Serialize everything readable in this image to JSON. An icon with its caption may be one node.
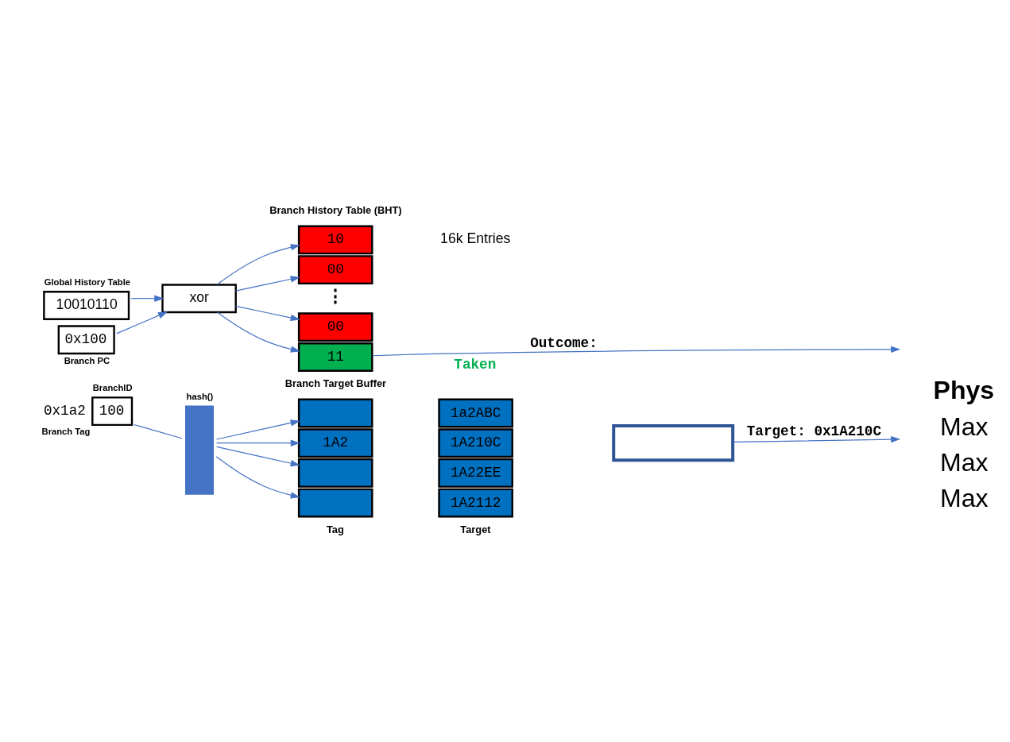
{
  "diagram": {
    "nodes": [
      {
        "text": [
          "Global History Table",
          "10010110"
        ]
      },
      {
        "text": [
          "xor"
        ]
      },
      {
        "text": [
          "0x100",
          "Branch PC"
        ]
      },
      {
        "text": [
          "10"
        ]
      },
      {
        "text": [
          "00"
        ]
      },
      {
        "text": [
          "00"
        ]
      },
      {
        "text": [
          "11"
        ]
      },
      {
        "text": [
          "BranchID",
          "100"
        ],
        "beside": [
          "0x1a2",
          "Branch Tag"
        ]
      },
      {
        "text": [
          "hash()"
        ]
      },
      {
        "text": [],
        "shape": "box"
      },
      {
        "text": [
          "1a2ABC"
        ]
      },
      {
        "text": [
          "1A2"
        ]
      },
      {
        "text": [
          "1A210C"
        ]
      },
      {
        "text": [],
        "shape": "box"
      },
      {
        "text": [
          "1A22EE"
        ]
      },
      {
        "text": [],
        "shape": "box"
      },
      {
        "text": [
          "1A2112"
        ]
      },
      {
        "text": [],
        "shape": "box"
      }
    ],
    "edges": [
      {
        "from": 0,
        "to": 1,
        "arrow": "to"
      },
      {
        "from": 2,
        "to": 1,
        "arrow": "to"
      },
      {
        "from": 1,
        "to": 3,
        "arrow": "to"
      },
      {
        "from": 1,
        "to": 4,
        "arrow": "to"
      },
      {
        "from": 1,
        "to": 5,
        "arrow": "to"
      },
      {
        "from": 1,
        "to": 6,
        "arrow": "to"
      },
      {
        "from": 6,
        "to": null,
        "arrow": "to",
        "label": "Outcome:"
      },
      {
        "from": 7,
        "to": 8,
        "arrow": "none"
      },
      {
        "from": 8,
        "to": 9,
        "arrow": "to"
      },
      {
        "from": 8,
        "to": 11,
        "arrow": "to"
      },
      {
        "from": 8,
        "to": 13,
        "arrow": "to"
      },
      {
        "from": 8,
        "to": 15,
        "arrow": "to"
      },
      {
        "from": 17,
        "to": null,
        "arrow": "to",
        "label": "Target: 0x1A210C"
      }
    ],
    "labels": [
      "Branch History Table (BHT)",
      "⋮",
      "16k Entries",
      "Phys",
      "Max",
      "Max",
      "Max",
      "Taken",
      "Branch Target Buffer",
      "Tag",
      "Target"
    ]
  }
}
